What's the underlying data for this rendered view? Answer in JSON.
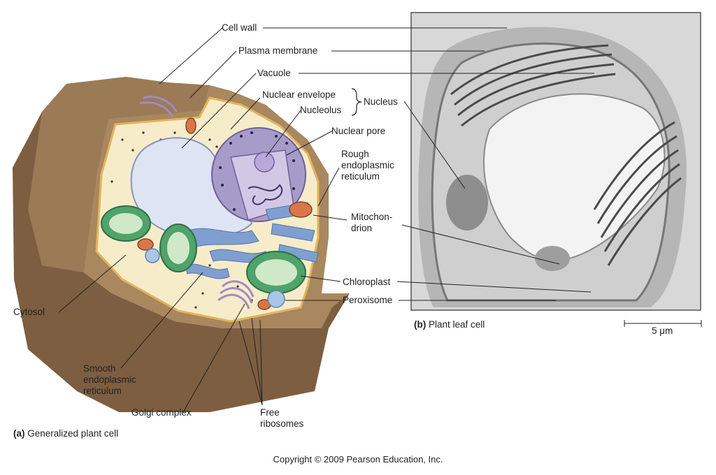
{
  "labels": {
    "cell_wall": "Cell wall",
    "plasma_membrane": "Plasma membrane",
    "vacuole": "Vacuole",
    "nuclear_envelope": "Nuclear envelope",
    "nucleolus": "Nucleolus",
    "nucleus": "Nucleus",
    "nuclear_pore": "Nuclear pore",
    "rough_er": "Rough endoplasmic reticulum",
    "mitochondrion": "Mitochon-drion",
    "chloroplast": "Chloroplast",
    "peroxisome": "Peroxisome",
    "cytosol": "Cytosol",
    "smooth_er": "Smooth endoplasmic reticulum",
    "golgi": "Golgi complex",
    "free_ribosomes": "Free ribosomes"
  },
  "captions": {
    "a_letter": "(a)",
    "a_text": "Generalized plant cell",
    "b_letter": "(b)",
    "b_text": "Plant leaf cell",
    "scale": "5 μm"
  },
  "copyright": "Copyright © 2009 Pearson Education, Inc.",
  "colors": {
    "cell_wall_outer": "#8b6a4a",
    "cell_wall_top": "#b08d68",
    "cytoplasm": "#f6ecca",
    "vacuole": "#dfe4f5",
    "nucleus": "#a79bc9",
    "chloroplast": "#4fa36b",
    "er": "#7f9fd0",
    "mitochondrion": "#d9764a"
  }
}
